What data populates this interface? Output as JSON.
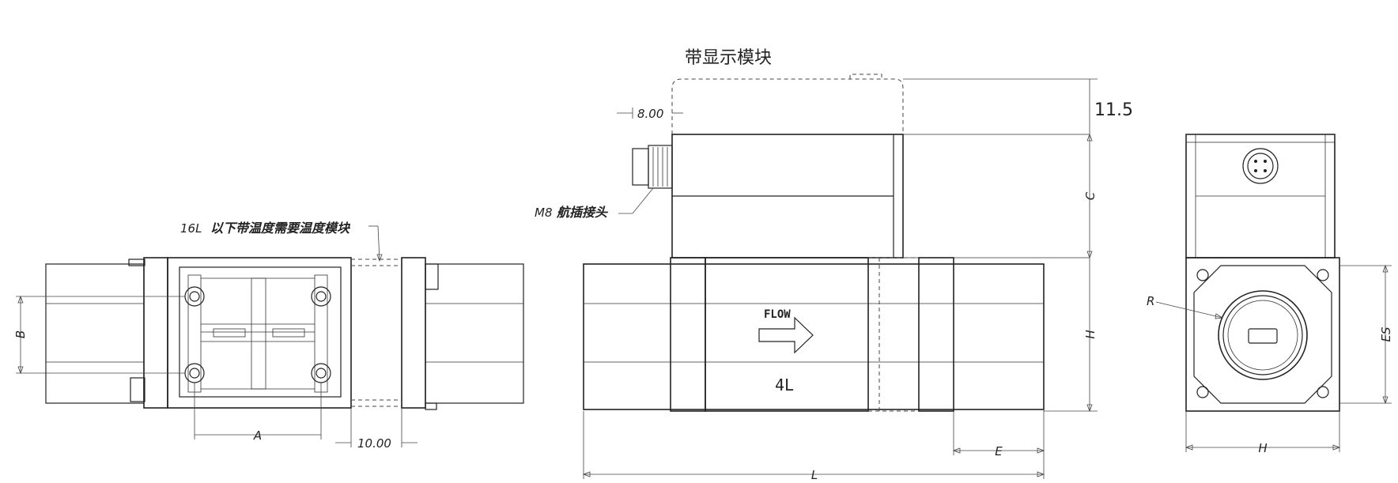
{
  "labels": {
    "display_module": "带显示模块",
    "dim_11_5": "11.5",
    "dim_8_00": "8.00",
    "m8_prefix": "M8",
    "m8_suffix": "航插接头",
    "temp_prefix": "16L",
    "temp_suffix": "以下带温度需要温度模块",
    "dim_10_00": "10.00",
    "dim_A": "A",
    "dim_B": "B",
    "dim_C": "C",
    "dim_H_side": "H",
    "dim_E": "E",
    "dim_L": "L",
    "dim_H_end": "H",
    "dim_ES": "ES",
    "dim_R": "R",
    "flow_text": "FLOW",
    "size_4L": "4L"
  }
}
